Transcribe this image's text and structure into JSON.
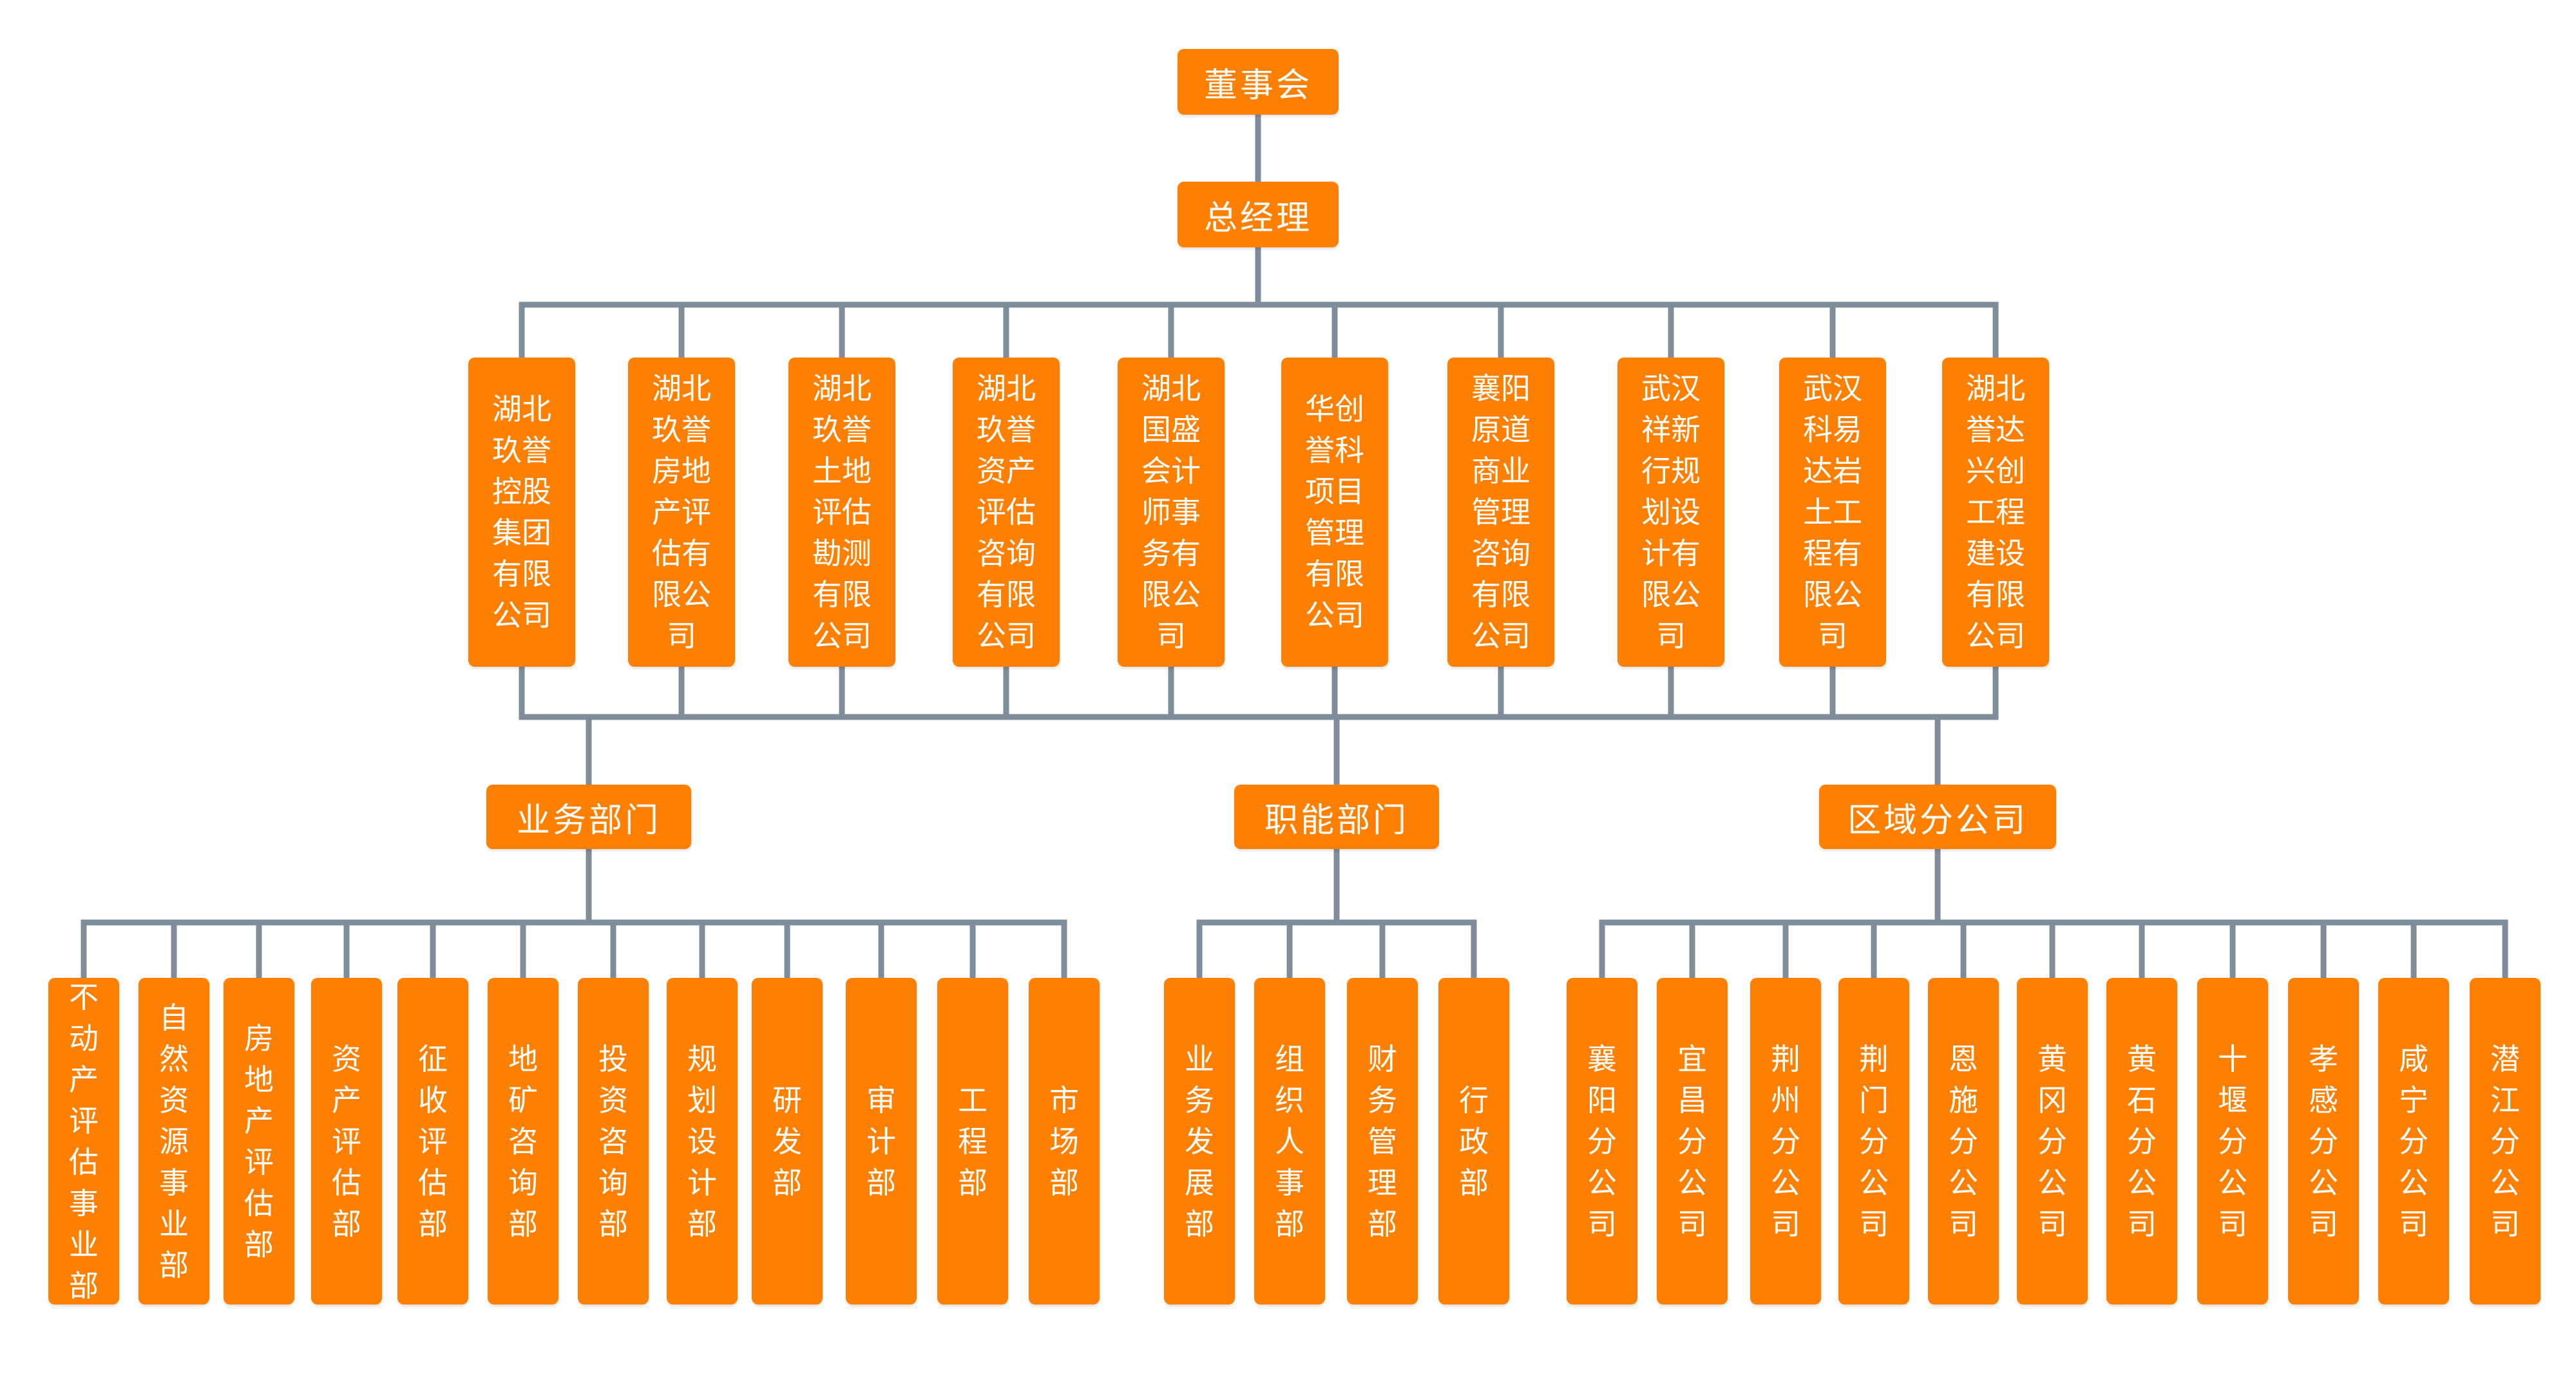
{
  "board": "董事会",
  "gm": "总经理",
  "companies": [
    "湖北玖誉控股集团有限公司",
    "湖北玖誉房地产评估有限公司",
    "湖北玖誉土地评估勘测有限公司",
    "湖北玖誉资产评估咨询有限公司",
    "湖北国盛会计师事务有限公司",
    "华创誉科项目管理有限公司",
    "襄阳原道商业管理咨询有限公司",
    "武汉祥新行规划设计有限公司",
    "武汉科易达岩土工程有限公司",
    "湖北誉达兴创工程建设有限公司"
  ],
  "groups": [
    {
      "label": "业务部门",
      "items": [
        "不动产评估事业部",
        "自然资源事业部",
        "房地产评估部",
        "资产评估部",
        "征收评估部",
        "地矿咨询部",
        "投资咨询部",
        "规划设计部",
        "研发部",
        "审计部",
        "工程部",
        "市场部"
      ]
    },
    {
      "label": "职能部门",
      "items": [
        "业务发展部",
        "组织人事部",
        "财务管理部",
        "行政部"
      ]
    },
    {
      "label": "区域分公司",
      "items": [
        "襄阳分公司",
        "宜昌分公司",
        "荆州分公司",
        "荆门分公司",
        "恩施分公司",
        "黄冈分公司",
        "黄石分公司",
        "十堰分公司",
        "孝感分公司",
        "咸宁分公司",
        "潜江分公司"
      ]
    }
  ],
  "colors": {
    "box": "#ff8000",
    "text": "#ffffff",
    "line": "#7f8c99"
  }
}
